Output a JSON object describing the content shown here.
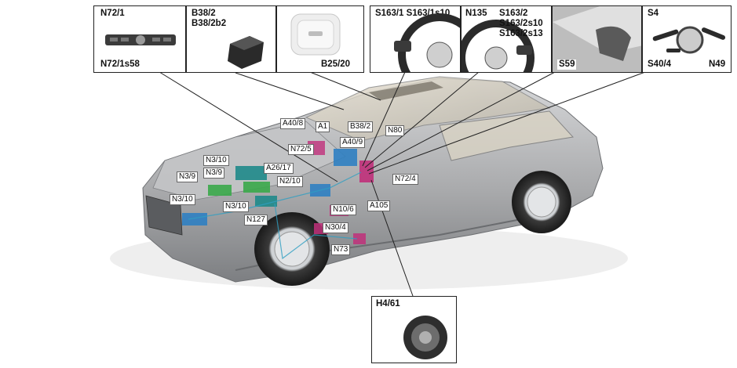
{
  "insets": [
    {
      "id": "n72_1",
      "labels": [
        "N72/1",
        "N72/1s58"
      ]
    },
    {
      "id": "b38_2",
      "labels": [
        "B38/2",
        "B38/2b2"
      ]
    },
    {
      "id": "b25_20",
      "labels": [
        "B25/20"
      ]
    },
    {
      "id": "s163_1",
      "labels": [
        "S163/1 S163/1s10"
      ]
    },
    {
      "id": "n135",
      "labels": [
        "N135",
        "S163/2",
        "S163/2s10",
        "S163/2s13"
      ]
    },
    {
      "id": "s59",
      "labels": [
        "S59"
      ]
    },
    {
      "id": "s4",
      "labels": [
        "S4",
        "S40/4",
        "N49"
      ]
    },
    {
      "id": "h4_61",
      "labels": [
        "H4/61"
      ]
    }
  ],
  "callouts": {
    "a40_8": "A40/8",
    "a1": "A1",
    "b38_2": "B38/2",
    "n80": "N80",
    "n72_5": "N72/5",
    "a40_9": "A40/9",
    "n3_10_top": "N3/10",
    "n3_9_top": "N3/9",
    "n3_9_left": "N3/9",
    "a26_17": "A26/17",
    "n2_10": "N2/10",
    "n72_4": "N72/4",
    "n3_10_mid": "N3/10",
    "n3_10_left": "N3/10",
    "n10_6": "N10/6",
    "a105": "A105",
    "n127": "N127",
    "n30_4": "N30/4",
    "n73": "N73"
  },
  "colors": {
    "car_body": "#a9aaac",
    "module_teal": "#1f8a8a",
    "module_blue": "#2f7fc2",
    "module_magenta": "#c0307a",
    "module_green": "#3aa84a"
  }
}
